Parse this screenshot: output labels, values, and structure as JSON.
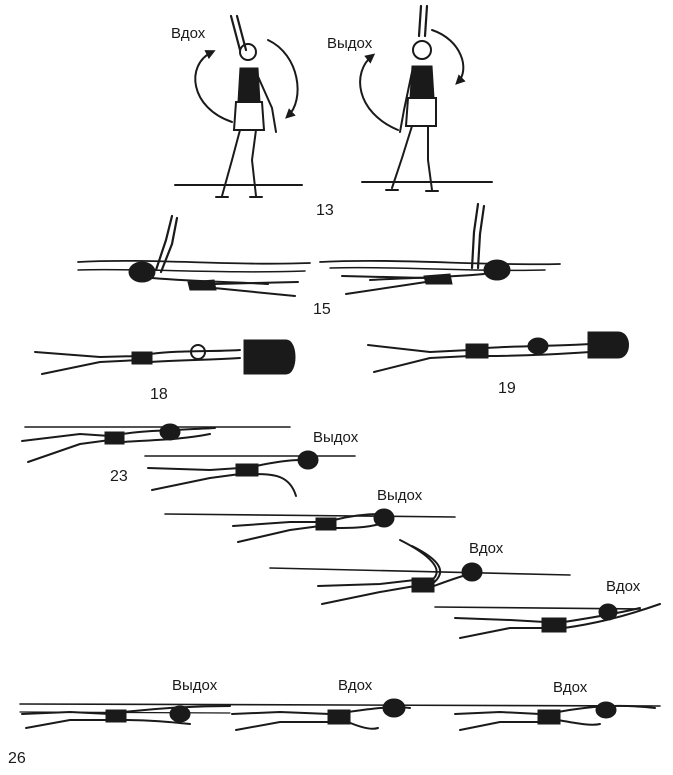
{
  "labels": {
    "inhale": "Вдох",
    "exhale": "Выдох"
  },
  "figure_numbers": {
    "f13": "13",
    "f15": "15",
    "f18": "18",
    "f19": "19",
    "f23": "23",
    "f26": "26"
  },
  "colors": {
    "ink": "#1a1a1a",
    "paper": "#ffffff"
  }
}
